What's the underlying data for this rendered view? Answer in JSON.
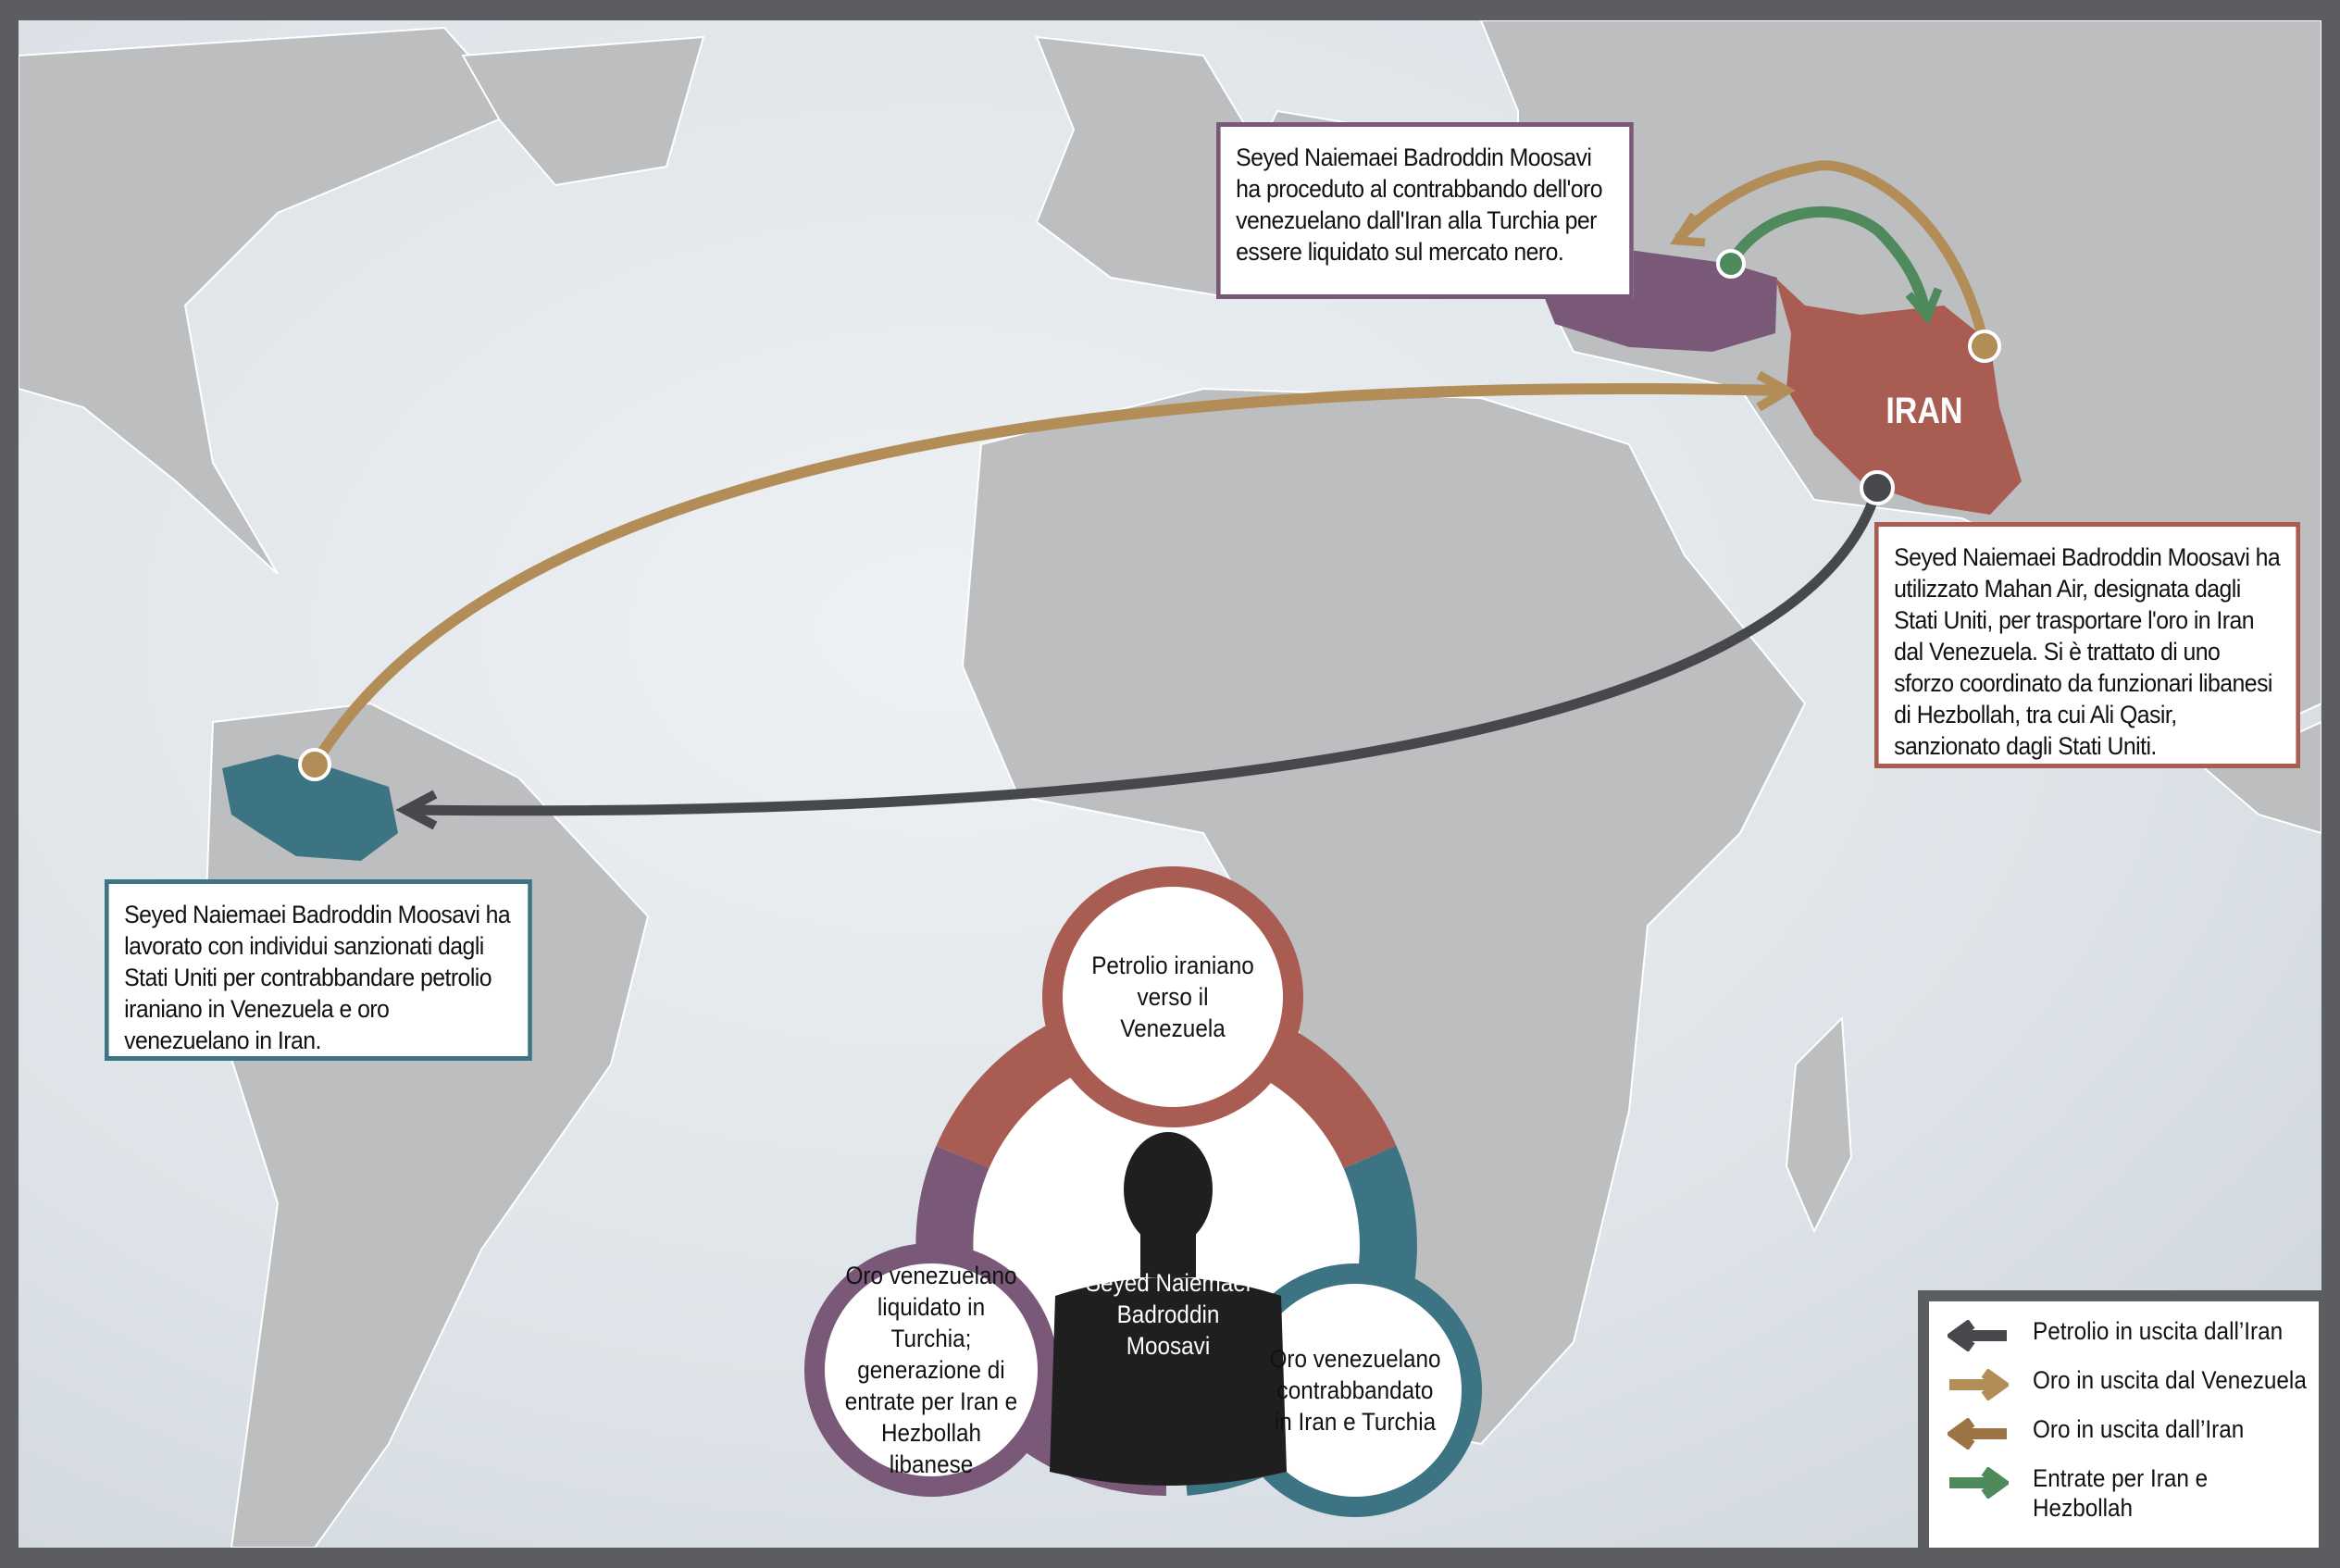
{
  "map": {
    "country_label": "IRAN",
    "colors": {
      "iran": "#a95c52",
      "turkey": "#7a5878",
      "venezuela": "#3d7484",
      "gold": "#b28d58",
      "oil": "#47484b",
      "green": "#4f8a5c"
    }
  },
  "annotations": {
    "turkey": "Seyed Naiemaei Badroddin Moosavi ha proceduto al contrabbando dell'oro venezuelano dall'Iran alla Turchia per essere liquidato sul mercato nero.",
    "iran": "Seyed Naiemaei Badroddin Moosavi ha utilizzato Mahan Air, designata dagli Stati Uniti, per trasportare l'oro in Iran dal Venezuela. Si è trattato di uno sforzo coordinato da funzionari libanesi di Hezbollah, tra cui Ali Qasir, sanzionato dagli Stati Uniti.",
    "venezuela": "Seyed Naiemaei Badroddin Moosavi ha lavorato con individui sanzionati dagli Stati Uniti per contrabbandare petrolio iraniano in Venezuela e oro venezuelano in Iran."
  },
  "cycle": {
    "center": "Seyed Naiemaei Badroddin Moosavi",
    "top": "Petrolio iraniano verso il Venezuela",
    "right": "Oro venezuelano contrabbandato in Iran e Turchia",
    "left": "Oro venezuelano liquidato in Turchia; generazione di entrate per Iran e Hezbollah libanese"
  },
  "legend": [
    {
      "label": "Petrolio in uscita dall’Iran",
      "color": "#47484b",
      "direction": "left"
    },
    {
      "label": "Oro in uscita dal Venezuela",
      "color": "#b28d58",
      "direction": "right"
    },
    {
      "label": "Oro in uscita dall’Iran",
      "color": "#9c7444",
      "direction": "left"
    },
    {
      "label": "Entrate per Iran e Hezbollah",
      "color": "#4f8a5c",
      "direction": "right"
    }
  ]
}
